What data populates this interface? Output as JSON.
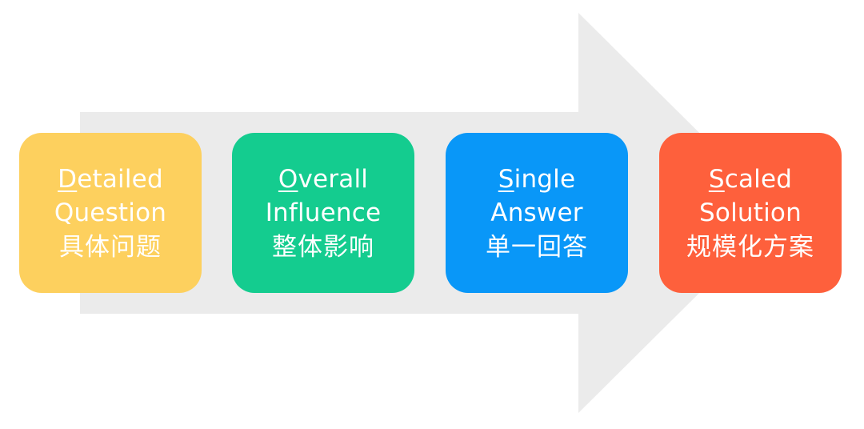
{
  "colors": {
    "arrow": "#ebebeb",
    "card_1": "#fdd05e",
    "card_2": "#14cc8f",
    "card_3": "#0997f8",
    "card_4": "#fe603c",
    "text": "#ffffff"
  },
  "steps": [
    {
      "initial": "D",
      "line1_rest": "etailed",
      "line2": "Question",
      "zh": "具体问题"
    },
    {
      "initial": "O",
      "line1_rest": "verall",
      "line2": "Influence",
      "zh": "整体影响"
    },
    {
      "initial": "S",
      "line1_rest": "ingle",
      "line2": "Answer",
      "zh": "单一回答"
    },
    {
      "initial": "S",
      "line1_rest": "caled",
      "line2": "Solution",
      "zh": "规模化方案"
    }
  ]
}
